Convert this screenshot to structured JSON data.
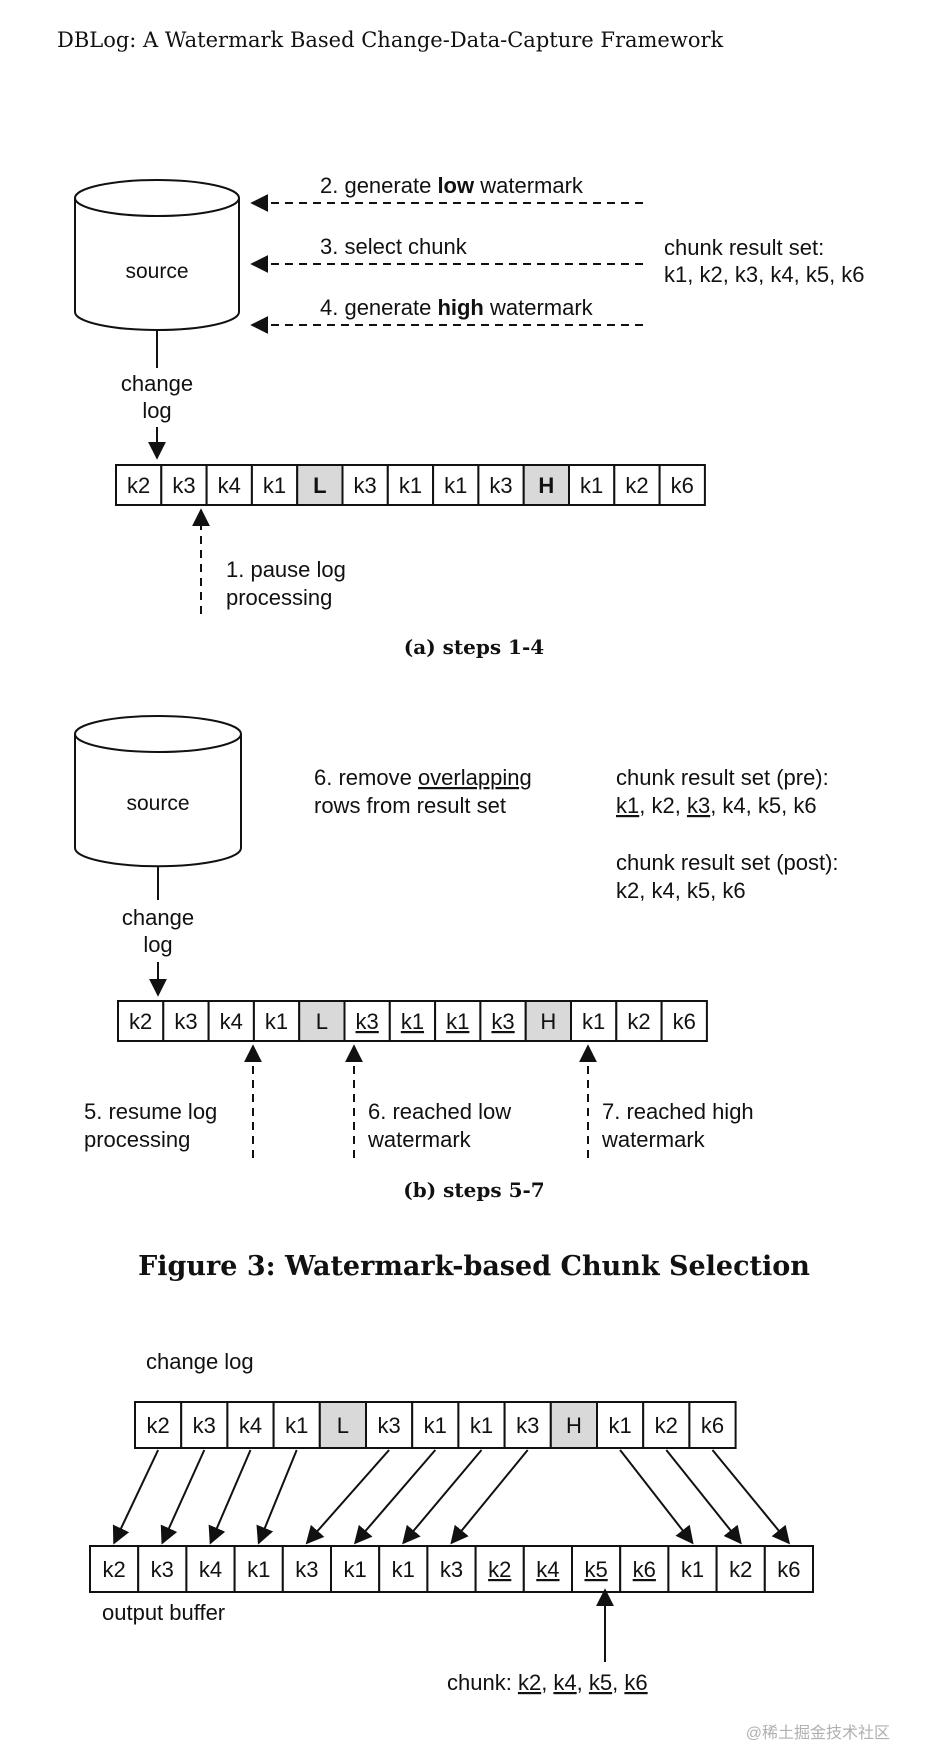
{
  "header": {
    "title": "DBLog: A Watermark Based Change-Data-Capture Framework"
  },
  "fig3a": {
    "source_label": "source",
    "change_log_lines": [
      "change",
      "log"
    ],
    "steps": {
      "s2_prefix": "2. generate ",
      "s2_bold": "low",
      "s2_suffix": " watermark",
      "s3": "3. select chunk",
      "s4_prefix": "4. generate ",
      "s4_bold": "high",
      "s4_suffix": " watermark"
    },
    "result_title": "chunk result set:",
    "result_values": "k1, k2, k3, k4, k5, k6",
    "log_cells": [
      {
        "t": "k2",
        "hl": false,
        "b": false
      },
      {
        "t": "k3",
        "hl": false,
        "b": false
      },
      {
        "t": "k4",
        "hl": false,
        "b": false
      },
      {
        "t": "k1",
        "hl": false,
        "b": false
      },
      {
        "t": "L",
        "hl": true,
        "b": true
      },
      {
        "t": "k3",
        "hl": false,
        "b": false
      },
      {
        "t": "k1",
        "hl": false,
        "b": false
      },
      {
        "t": "k1",
        "hl": false,
        "b": false
      },
      {
        "t": "k3",
        "hl": false,
        "b": false
      },
      {
        "t": "H",
        "hl": true,
        "b": true
      },
      {
        "t": "k1",
        "hl": false,
        "b": false
      },
      {
        "t": "k2",
        "hl": false,
        "b": false
      },
      {
        "t": "k6",
        "hl": false,
        "b": false
      }
    ],
    "pause_lines": [
      "1. pause log",
      "processing"
    ],
    "caption": "(a) steps 1-4"
  },
  "fig3b": {
    "source_label": "source",
    "change_log_lines": [
      "change",
      "log"
    ],
    "step6_prefix": "6. remove ",
    "step6_underlined": "overlapping",
    "step6_line2": "rows from result set",
    "pre_title": "chunk result set (pre):",
    "pre_values": [
      {
        "t": "k1",
        "u": true
      },
      {
        "t": ", k2, ",
        "u": false
      },
      {
        "t": "k3",
        "u": true
      },
      {
        "t": ", k4, k5, k6",
        "u": false
      }
    ],
    "post_title": "chunk result set (post):",
    "post_values": "k2, k4, k5, k6",
    "log_cells": [
      {
        "t": "k2",
        "hl": false,
        "u": false
      },
      {
        "t": "k3",
        "hl": false,
        "u": false
      },
      {
        "t": "k4",
        "hl": false,
        "u": false
      },
      {
        "t": "k1",
        "hl": false,
        "u": false
      },
      {
        "t": "L",
        "hl": true,
        "u": false
      },
      {
        "t": "k3",
        "hl": false,
        "u": true
      },
      {
        "t": "k1",
        "hl": false,
        "u": true
      },
      {
        "t": "k1",
        "hl": false,
        "u": true
      },
      {
        "t": "k3",
        "hl": false,
        "u": true
      },
      {
        "t": "H",
        "hl": true,
        "u": false
      },
      {
        "t": "k1",
        "hl": false,
        "u": false
      },
      {
        "t": "k2",
        "hl": false,
        "u": false
      },
      {
        "t": "k6",
        "hl": false,
        "u": false
      }
    ],
    "resume_lines": [
      "5. resume log",
      "processing"
    ],
    "low_lines": [
      "6. reached low",
      "watermark"
    ],
    "high_lines": [
      "7. reached high",
      "watermark"
    ],
    "caption": "(b) steps 5-7"
  },
  "figure_title": "Figure 3: Watermark-based Chunk Selection",
  "fig_output": {
    "change_log_label": "change log",
    "log_cells": [
      {
        "t": "k2",
        "hl": false
      },
      {
        "t": "k3",
        "hl": false
      },
      {
        "t": "k4",
        "hl": false
      },
      {
        "t": "k1",
        "hl": false
      },
      {
        "t": "L",
        "hl": true
      },
      {
        "t": "k3",
        "hl": false
      },
      {
        "t": "k1",
        "hl": false
      },
      {
        "t": "k1",
        "hl": false
      },
      {
        "t": "k3",
        "hl": false
      },
      {
        "t": "H",
        "hl": true
      },
      {
        "t": "k1",
        "hl": false
      },
      {
        "t": "k2",
        "hl": false
      },
      {
        "t": "k6",
        "hl": false
      }
    ],
    "buffer_cells": [
      {
        "t": "k2",
        "u": false
      },
      {
        "t": "k3",
        "u": false
      },
      {
        "t": "k4",
        "u": false
      },
      {
        "t": "k1",
        "u": false
      },
      {
        "t": "k3",
        "u": false
      },
      {
        "t": "k1",
        "u": false
      },
      {
        "t": "k1",
        "u": false
      },
      {
        "t": "k3",
        "u": false
      },
      {
        "t": "k2",
        "u": true
      },
      {
        "t": "k4",
        "u": true
      },
      {
        "t": "k5",
        "u": true
      },
      {
        "t": "k6",
        "u": true
      },
      {
        "t": "k1",
        "u": false
      },
      {
        "t": "k2",
        "u": false
      },
      {
        "t": "k6",
        "u": false
      }
    ],
    "output_buffer_label": "output buffer",
    "chunk_label": "chunk: ",
    "chunk_items": [
      "k2",
      "k4",
      "k5",
      "k6"
    ],
    "chunk_sep": ", "
  },
  "watermark": "@稀土掘金技术社区"
}
